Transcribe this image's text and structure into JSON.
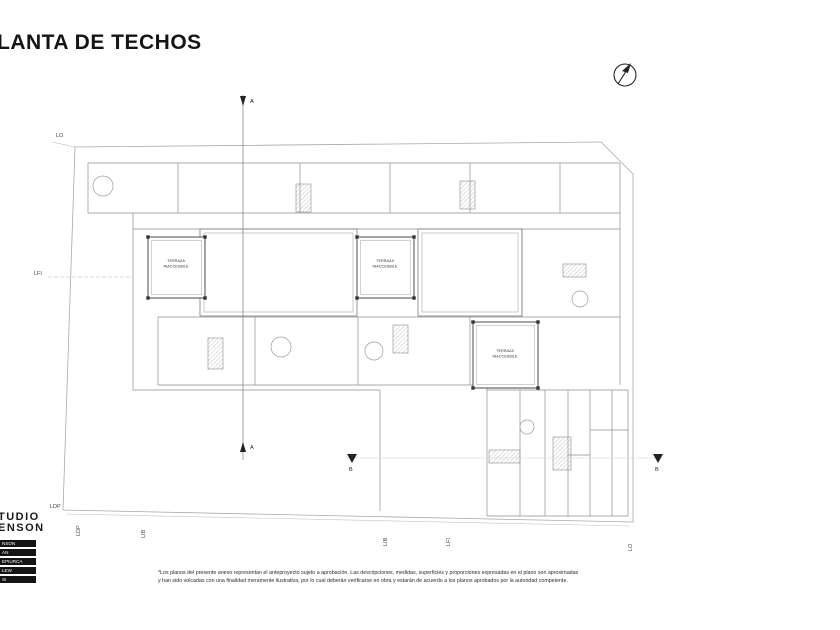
{
  "page": {
    "title": "LANTA DE TECHOS"
  },
  "plan": {
    "boundary_labels": {
      "lo_top": "LO",
      "lfi_left": "LFI",
      "ldp_left": "LDP"
    },
    "bottom_labels": [
      "LDP",
      "LIB",
      "LIB",
      "LFI",
      "LO"
    ],
    "sections": {
      "a": "A",
      "b": "B"
    },
    "terraza": {
      "line1": "TERRAZA",
      "line2": "INACCESIBLE"
    }
  },
  "logo": {
    "line1": "TUDIO",
    "line2": "ENSON",
    "rows": [
      "NSON",
      "AN",
      "EPIURCA",
      "LEW",
      "SI"
    ]
  },
  "disclaimer": {
    "line1": "*Los planos del presente anexo representan el anteproyecto sujeto a aprobación.  Las  descripciones,  medidas,  superficies  y  proporciones  expresadas  en  el plano son aproximadas",
    "line2": "y han sido volcadas con una finalidad meramente ilustrativa, por lo  cual   deberán  verificarse en obra y estarán de acuerdo a los planos aprobados por la autoridad competente."
  }
}
